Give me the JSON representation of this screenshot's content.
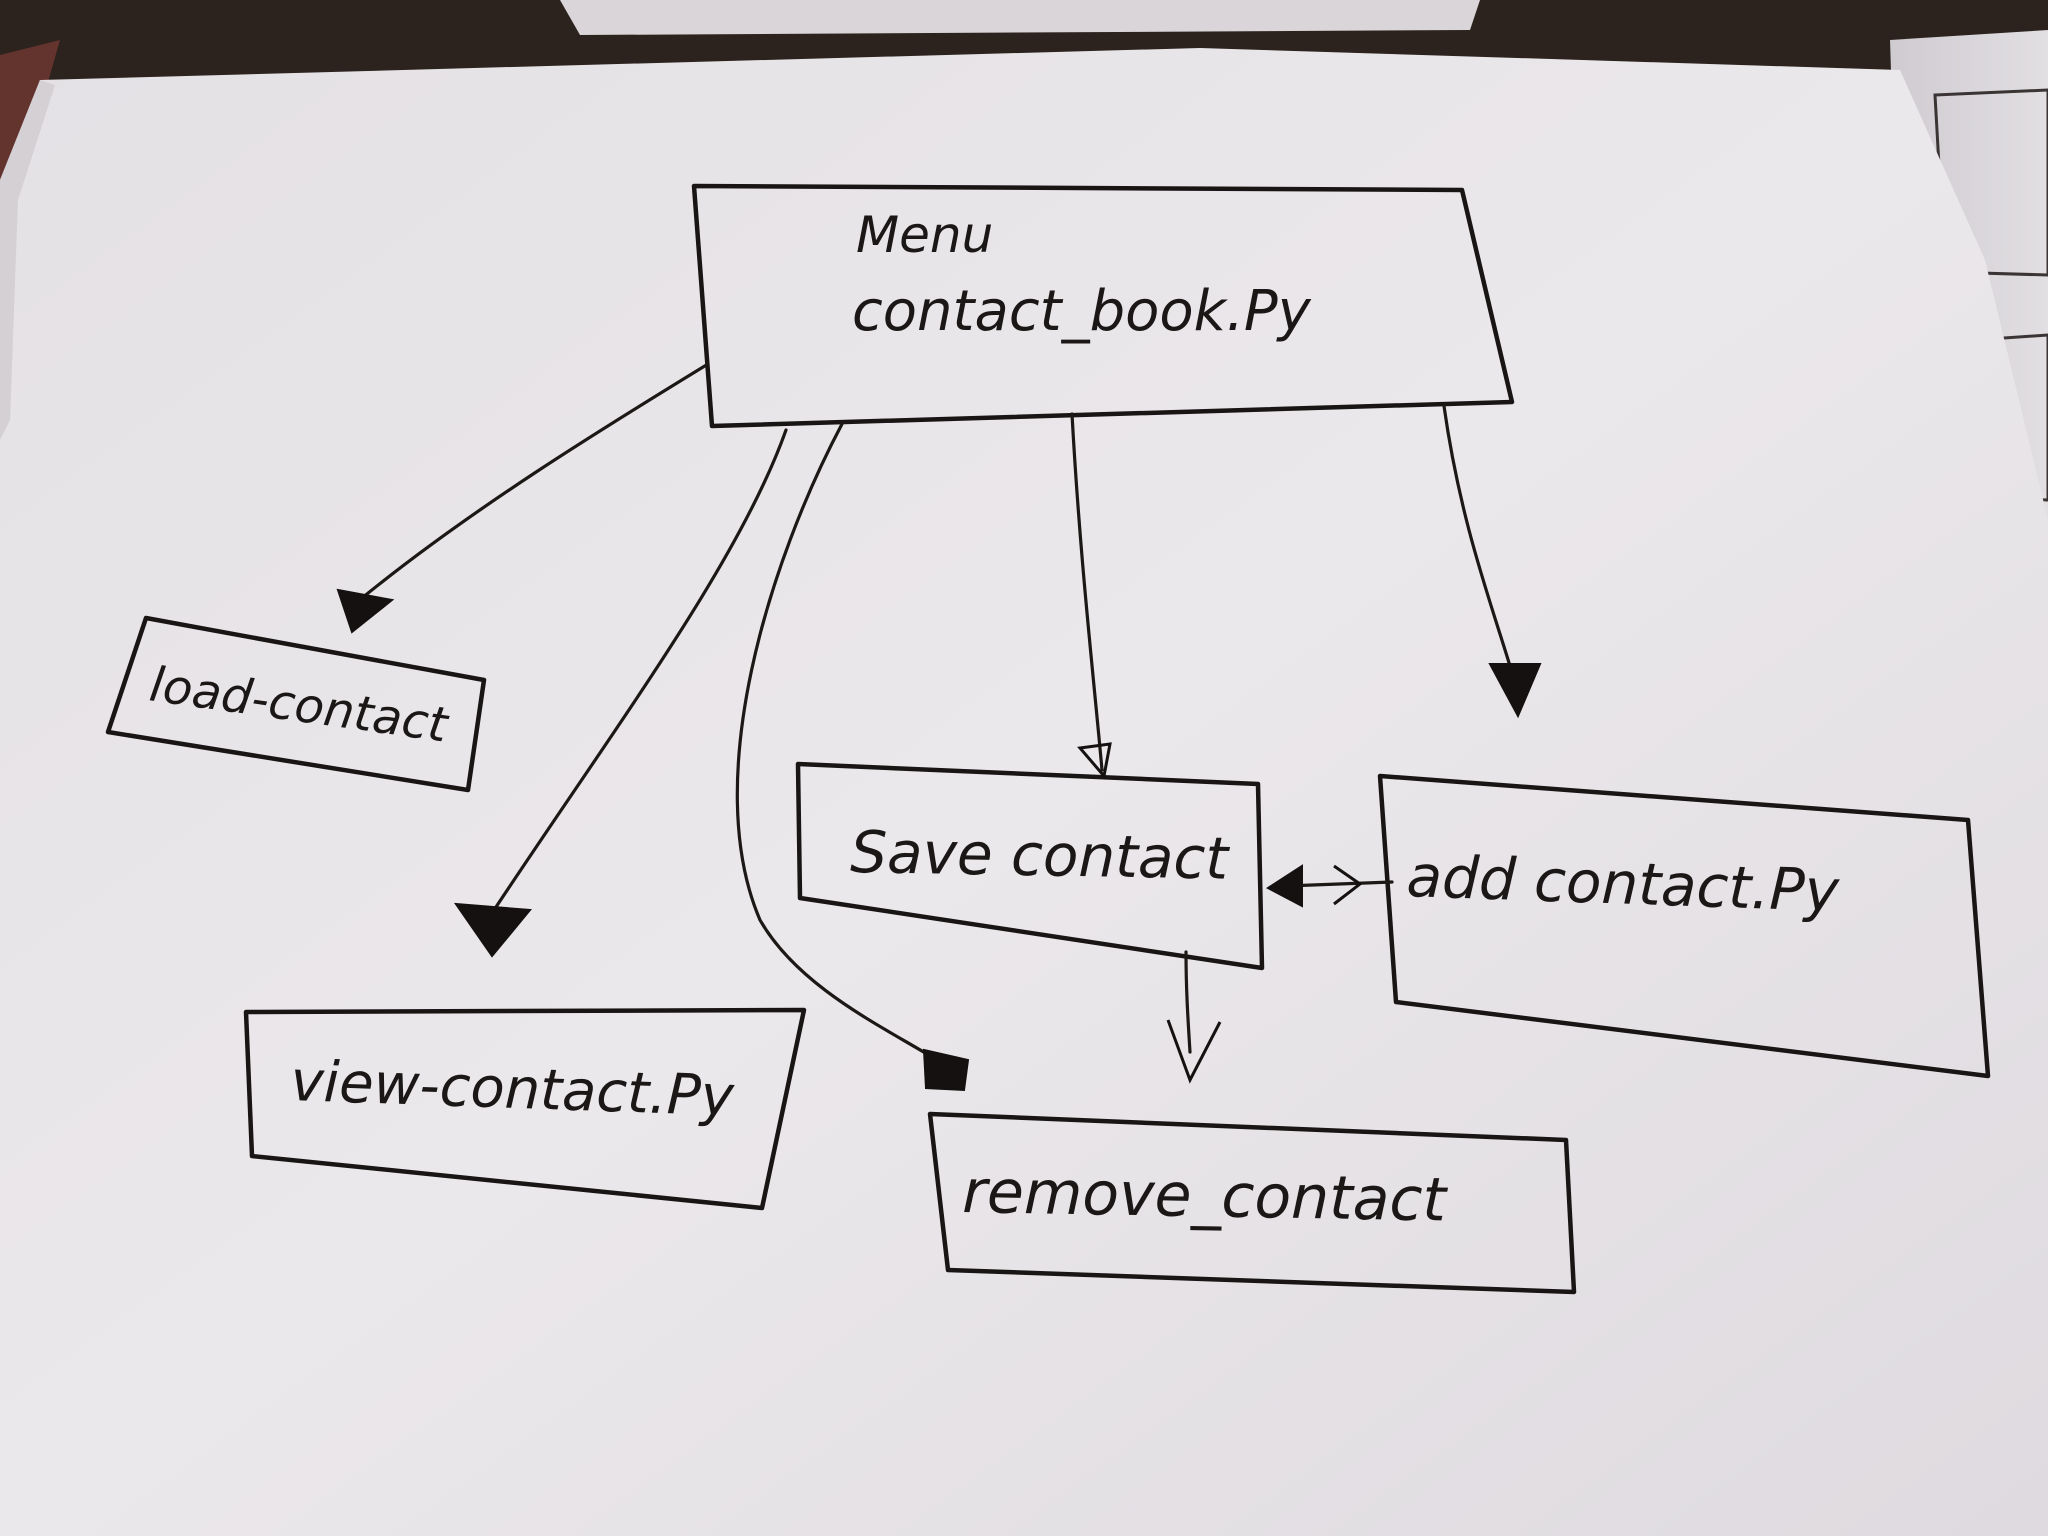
{
  "diagram": {
    "nodes": [
      {
        "id": "menu",
        "lines": [
          "Menu",
          "contact_book.Py"
        ]
      },
      {
        "id": "load",
        "lines": [
          "load-contact"
        ]
      },
      {
        "id": "view",
        "lines": [
          "view-contact.Py"
        ]
      },
      {
        "id": "save",
        "lines": [
          "Save contact"
        ]
      },
      {
        "id": "add",
        "lines": [
          "add contact.Py"
        ]
      },
      {
        "id": "remove",
        "lines": [
          "remove_contact"
        ]
      }
    ],
    "edges": [
      {
        "from": "menu",
        "to": "load"
      },
      {
        "from": "menu",
        "to": "view"
      },
      {
        "from": "menu",
        "to": "remove"
      },
      {
        "from": "menu",
        "to": "save"
      },
      {
        "from": "menu",
        "to": "add"
      },
      {
        "from": "save",
        "to": "remove"
      },
      {
        "from": "save",
        "to": "add",
        "bidirectional": true
      }
    ]
  },
  "colors": {
    "paper": "#e9e6e9",
    "ink": "#181514",
    "background": "#2f2420"
  }
}
